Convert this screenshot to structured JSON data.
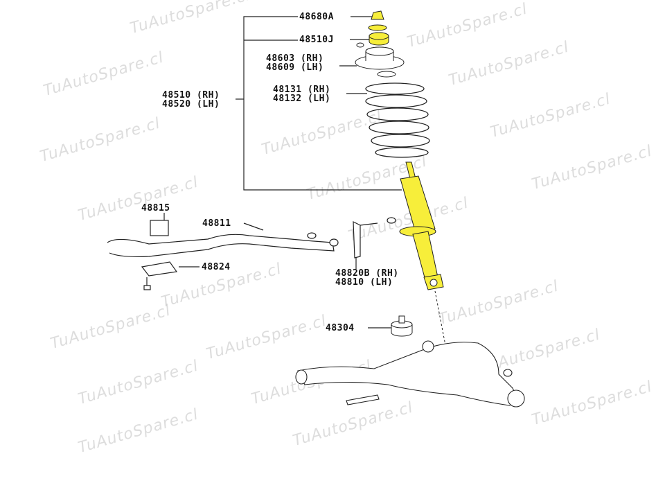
{
  "watermark": "TuAutoSpare.cl",
  "labels": {
    "upper_nut": "48680A",
    "mount_kit": "48510J",
    "support_rh": "48603 (RH)",
    "support_lh": "48609 (LH)",
    "spring_rh": "48131 (RH)",
    "spring_lh": "48132 (LH)",
    "absorber_rh": "48510 (RH)",
    "absorber_lh": "48520 (LH)",
    "bushing": "48815",
    "stabilizer_bar": "48811",
    "bracket": "48824",
    "link_rh": "48820B (RH)",
    "link_lh": "48810 (LH)",
    "bumper": "48304"
  },
  "colors": {
    "highlight": "#f7ee3a",
    "line": "#222222"
  }
}
